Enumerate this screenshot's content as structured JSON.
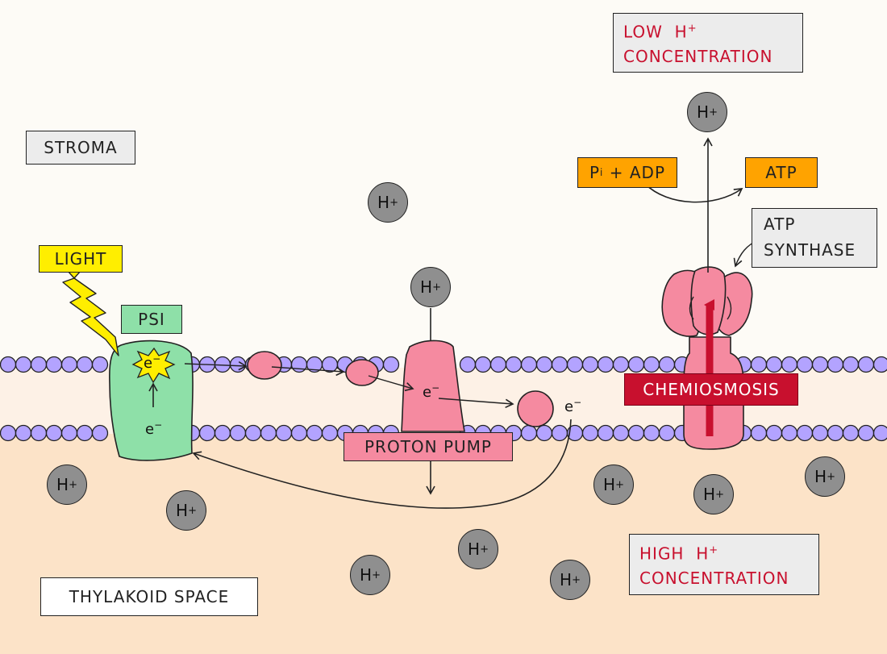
{
  "labels": {
    "stroma": "STROMA",
    "thylakoid_space": "THYLAKOID SPACE",
    "light": "LIGHT",
    "psi": "PSI",
    "proton_pump": "PROTON PUMP",
    "chemiosmosis": "CHEMIOSMOSIS",
    "atp_synthase_line1": "ATP",
    "atp_synthase_line2": "SYNTHASE",
    "atp": "ATP",
    "pi_adp_p": "P",
    "pi_adp_sub": "i",
    "pi_adp_rest": " + ADP",
    "low_line1": "LOW  H",
    "low_sup": "+",
    "low_line2": "CONCENTRATION",
    "high_line1": "HIGH  H",
    "high_sup": "+",
    "high_line2": "CONCENTRATION"
  },
  "ion": {
    "symbol": "H",
    "charge": "+"
  },
  "electron": {
    "symbol": "e",
    "charge": "−"
  },
  "colors": {
    "stroma_bg": "#fdfbf6",
    "thylakoid_bg": "#fce3c8",
    "membrane_core": "#fdf1e6",
    "phospholipid": "#b3a3ff",
    "psi_green": "#8ee0a8",
    "protein_pink": "#f58aa0",
    "light_yellow": "#ffee00",
    "chemiosmosis_red": "#c8102e",
    "orange_box": "#ffa300",
    "ion_grey": "#8f8f8f"
  }
}
